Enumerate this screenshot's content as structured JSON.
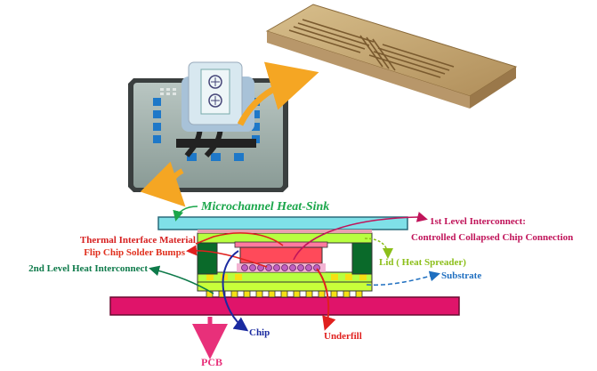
{
  "labels": {
    "heat_sink": "Microchannel Heat-Sink",
    "tim": "Thermal Interface Material",
    "flip_chip": "Flip Chip Solder Bumps",
    "second_level": "2nd Level Heat Interconnect",
    "first_level_line1": "1st Level Interconnect:",
    "first_level_line2": "Controlled Collapsed Chip Connection",
    "lid": "Lid ( Heat Spreader)",
    "substrate": "Substrate",
    "chip": "Chip",
    "underfill": "Underfill",
    "pcb": "PCB"
  },
  "colors": {
    "heat_sink_label": "#1aa64a",
    "tim_label": "#d62020",
    "flip_chip_label": "#e0301e",
    "second_level_label": "#0e7a4a",
    "first_level_label": "#c0145a",
    "lid_label": "#8cbf1a",
    "substrate_label": "#1f6fc0",
    "chip_label": "#1a2aa0",
    "underfill_label": "#e0201e",
    "pcb_label": "#e8307a",
    "orange_arrow": "#f5a623",
    "heat_sink_fill": "#7fe0e8",
    "lid_fill": "#b8ff40",
    "chip_fill": "#ff4a5a",
    "pcb_fill": "#e0146a",
    "copper_fill": "#c8aa78"
  }
}
